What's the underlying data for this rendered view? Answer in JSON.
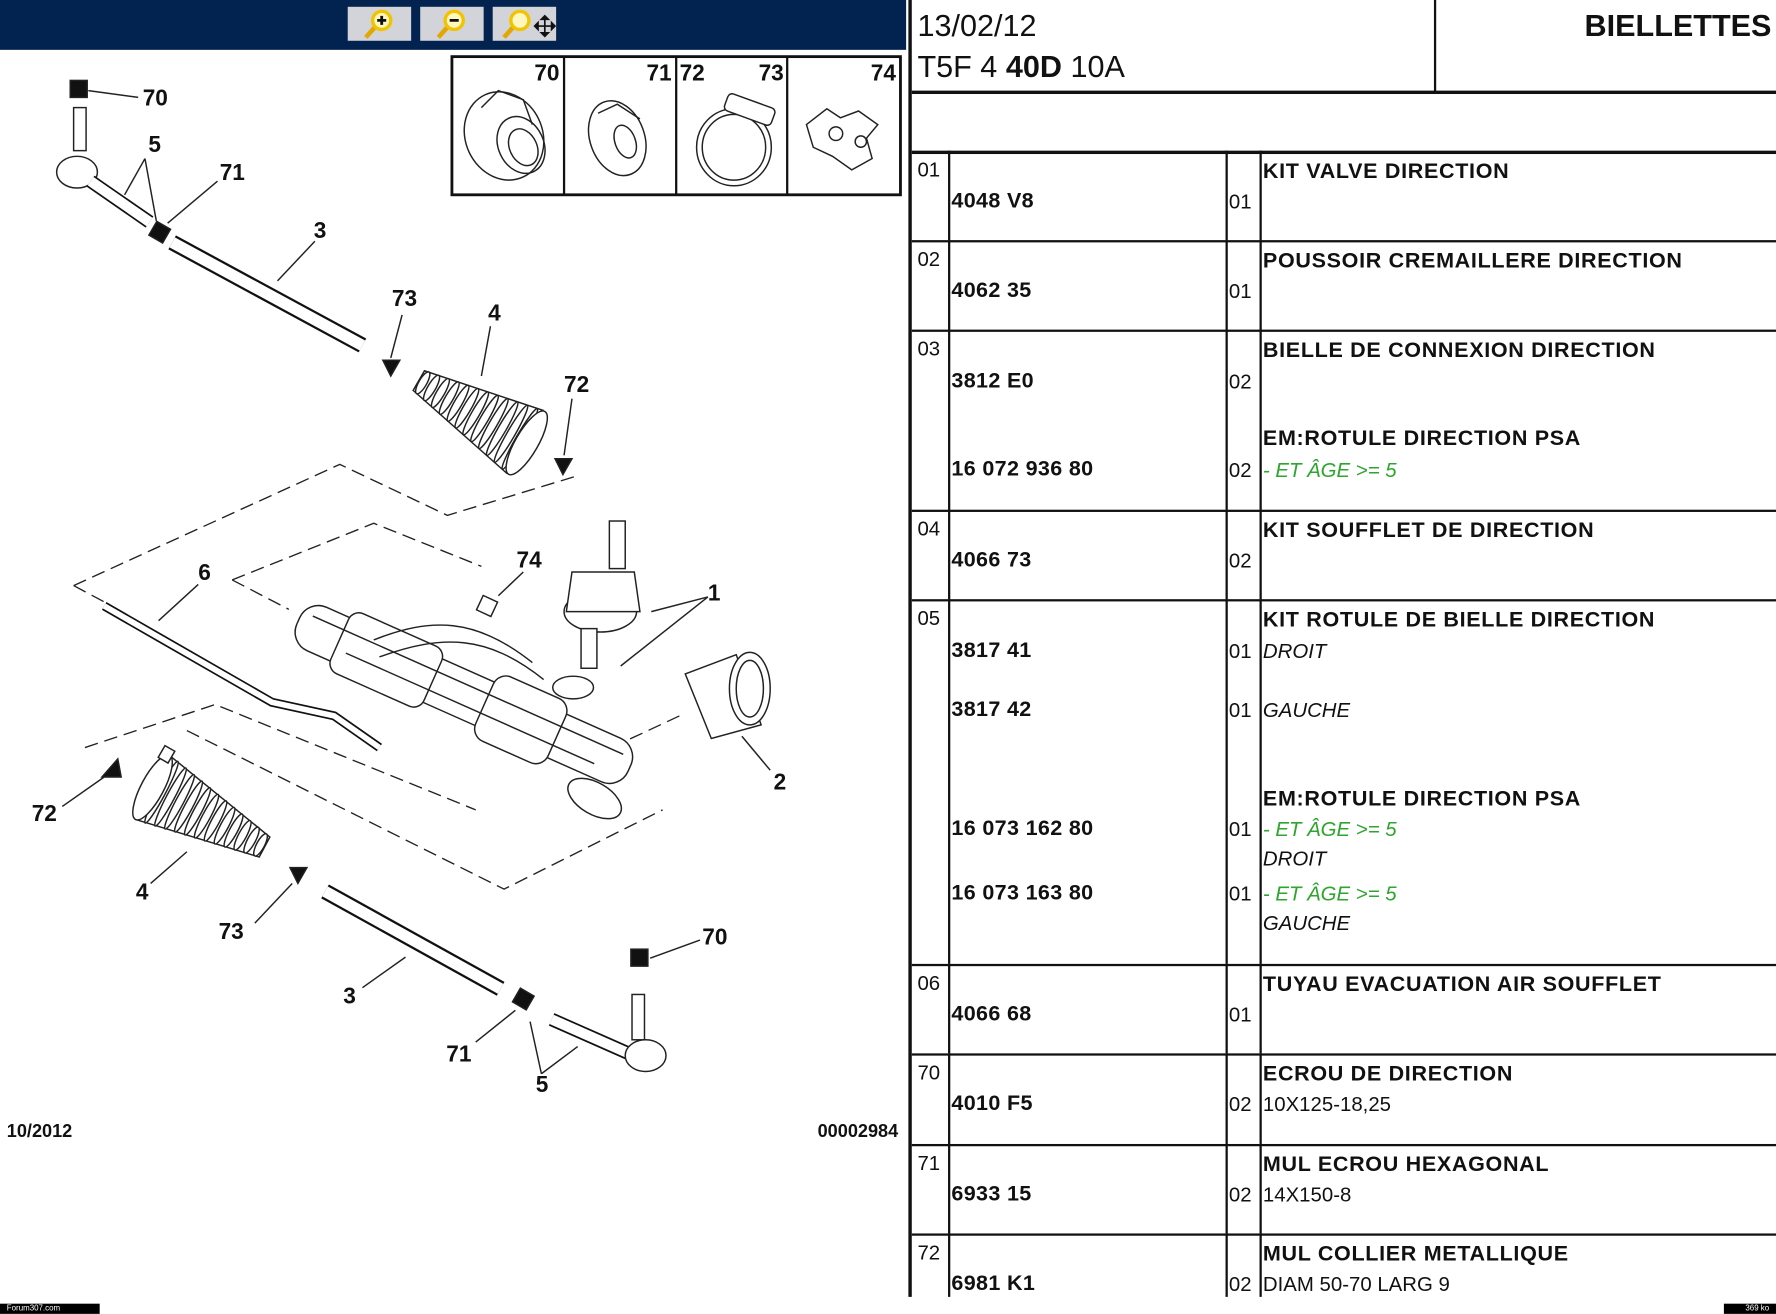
{
  "toolbar": {
    "buttons": [
      {
        "name": "zoom-in",
        "icon": "zoom-in-icon"
      },
      {
        "name": "zoom-out",
        "icon": "zoom-out-icon"
      },
      {
        "name": "zoom-pan",
        "icon": "zoom-pan-icon"
      }
    ],
    "colors": {
      "bar": "#02224f",
      "button": "#d3d3da",
      "lens": "#f2c400"
    }
  },
  "diagram": {
    "inset_labels": [
      "70",
      "71",
      "72",
      "73",
      "74"
    ],
    "callouts": [
      "70",
      "5",
      "71",
      "3",
      "73",
      "4",
      "72",
      "74",
      "1",
      "6",
      "2",
      "72",
      "4",
      "73",
      "3",
      "71",
      "5",
      "70"
    ],
    "date": "10/2012",
    "reference": "00002984"
  },
  "header": {
    "date": "13/02/12",
    "model_prefix": "T5F 4",
    "model_bold": "40D",
    "model_suffix": "10A",
    "title": "BIELLETTES"
  },
  "colors": {
    "condition_text": "#2ea52e"
  },
  "rows": [
    {
      "num": "01",
      "lines": [
        {
          "desc": "KIT VALVE DIRECTION",
          "style": "title"
        },
        {
          "ref": "4048 V8",
          "qty": "01"
        }
      ]
    },
    {
      "num": "02",
      "lines": [
        {
          "desc": "POUSSOIR CREMAILLERE DIRECTION",
          "style": "title"
        },
        {
          "ref": "4062 35",
          "qty": "01"
        }
      ]
    },
    {
      "num": "03",
      "lines": [
        {
          "desc": "BIELLE DE CONNEXION DIRECTION",
          "style": "title"
        },
        {
          "ref": "3812 E0",
          "qty": "02"
        },
        {
          "desc": "EM:ROTULE DIRECTION PSA",
          "style": "title"
        },
        {
          "ref": "16 072 936 80",
          "qty": "02",
          "desc": "- ET ÂGE >= 5",
          "style": "cond"
        }
      ]
    },
    {
      "num": "04",
      "lines": [
        {
          "desc": "KIT SOUFFLET DE DIRECTION",
          "style": "title"
        },
        {
          "ref": "4066 73",
          "qty": "02"
        }
      ]
    },
    {
      "num": "05",
      "lines": [
        {
          "desc": "KIT ROTULE DE BIELLE DIRECTION",
          "style": "title"
        },
        {
          "ref": "3817 41",
          "qty": "01",
          "desc": "DROIT",
          "style": "variant"
        },
        {
          "ref": "3817 42",
          "qty": "01",
          "desc": "GAUCHE",
          "style": "variant"
        },
        {
          "desc": "EM:ROTULE DIRECTION PSA",
          "style": "title"
        },
        {
          "ref": "16 073 162 80",
          "qty": "01",
          "desc": "- ET ÂGE >= 5",
          "style": "cond"
        },
        {
          "desc": "DROIT",
          "style": "variant"
        },
        {
          "ref": "16 073 163 80",
          "qty": "01",
          "desc": "- ET ÂGE >= 5",
          "style": "cond"
        },
        {
          "desc": "GAUCHE",
          "style": "variant"
        }
      ]
    },
    {
      "num": "06",
      "lines": [
        {
          "desc": "TUYAU EVACUATION AIR SOUFFLET",
          "style": "title"
        },
        {
          "ref": "4066 68",
          "qty": "01"
        }
      ]
    },
    {
      "num": "70",
      "lines": [
        {
          "desc": "ECROU DE DIRECTION",
          "style": "title"
        },
        {
          "ref": "4010 F5",
          "qty": "02",
          "desc": "10X125-18,25",
          "style": "spec"
        }
      ]
    },
    {
      "num": "71",
      "lines": [
        {
          "desc": "MUL ECROU HEXAGONAL",
          "style": "title"
        },
        {
          "ref": "6933 15",
          "qty": "02",
          "desc": "14X150-8",
          "style": "spec"
        }
      ]
    },
    {
      "num": "72",
      "lines": [
        {
          "desc": "MUL COLLIER METALLIQUE",
          "style": "title"
        },
        {
          "ref": "6981 K1",
          "qty": "02",
          "desc": "DIAM 50-70 LARG 9",
          "style": "spec"
        }
      ]
    }
  ],
  "footer": {
    "site": "Forum307.com",
    "size": "369 ko"
  }
}
